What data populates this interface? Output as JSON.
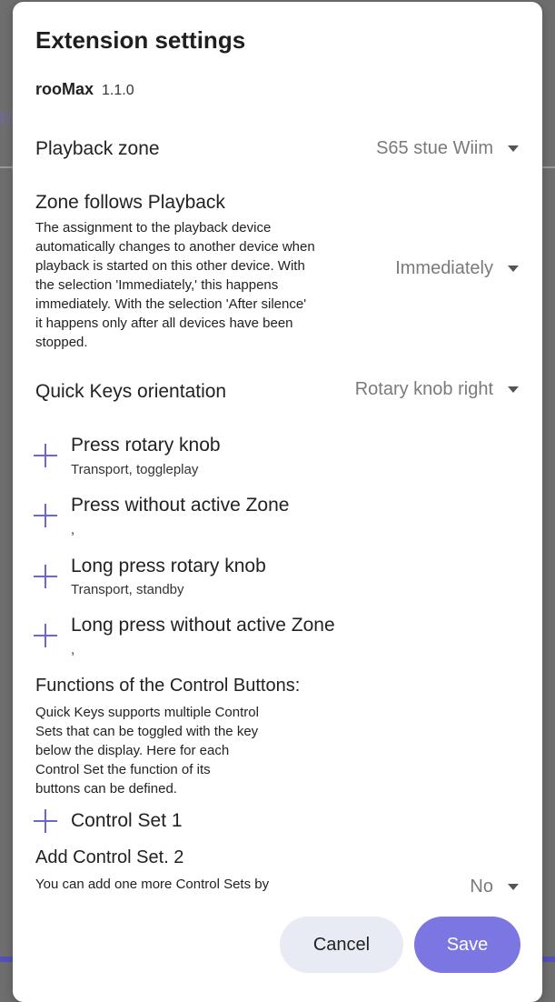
{
  "backdrop": {
    "peek_text": "ra"
  },
  "dialog": {
    "title": "Extension settings",
    "extension_name": "rooMax",
    "extension_version": "1.1.0"
  },
  "settings": {
    "playback_zone": {
      "label": "Playback zone",
      "value": "S65 stue Wiim"
    },
    "zone_follows": {
      "label": "Zone follows Playback",
      "description_lines": [
        "The assignment to the playback device",
        "automatically changes to another device when",
        "playback is started on this other device. With",
        "the selection 'Immediately,' this happens",
        "immediately. With the selection 'After silence'",
        "it happens only after all devices have been",
        "stopped."
      ],
      "value": "Immediately"
    },
    "orientation": {
      "label": "Quick Keys orientation",
      "value": "Rotary knob right"
    }
  },
  "keys": [
    {
      "title": "Press rotary knob",
      "subtitle": "Transport, toggleplay"
    },
    {
      "title": "Press without active Zone",
      "subtitle": ","
    },
    {
      "title": "Long press rotary knob",
      "subtitle": "Transport, standby"
    },
    {
      "title": "Long press without active Zone",
      "subtitle": ","
    }
  ],
  "control_buttons": {
    "title": "Functions of the Control Buttons:",
    "description_lines": [
      "Quick Keys supports multiple Control",
      "Sets that can be toggled with the key",
      "below the display. Here for each",
      "Control Set the function of its",
      "buttons can be defined."
    ],
    "control_set_label": "Control Set 1"
  },
  "add_control_set": {
    "label": "Add Control Set. 2",
    "description": "You can add one more Control Sets by",
    "value": "No"
  },
  "actions": {
    "cancel": "Cancel",
    "save": "Save"
  },
  "colors": {
    "accent": "#6a66d8",
    "save_button": "#7b76e2",
    "cancel_button": "#e9ebf4"
  }
}
